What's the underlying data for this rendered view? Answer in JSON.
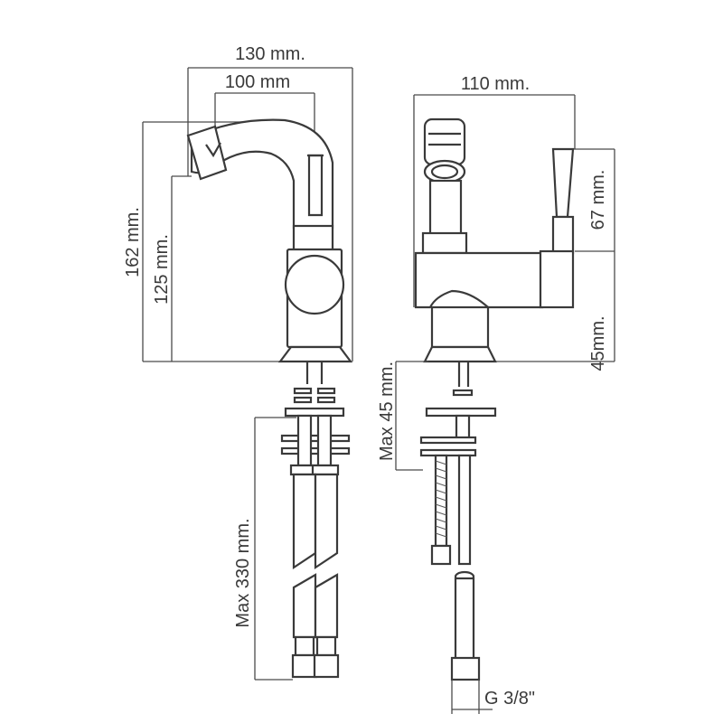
{
  "dimensions": {
    "width_total": "130 mm.",
    "width_spout": "100 mm",
    "height_total": "162 mm.",
    "height_spout": "125 mm.",
    "depth_total": "110 mm.",
    "handle_height": "67 mm.",
    "base_height": "45mm.",
    "max_mount_thickness": "Max 45 mm.",
    "max_hose_length": "Max 330 mm.",
    "connection_thread": "G 3/8\""
  }
}
